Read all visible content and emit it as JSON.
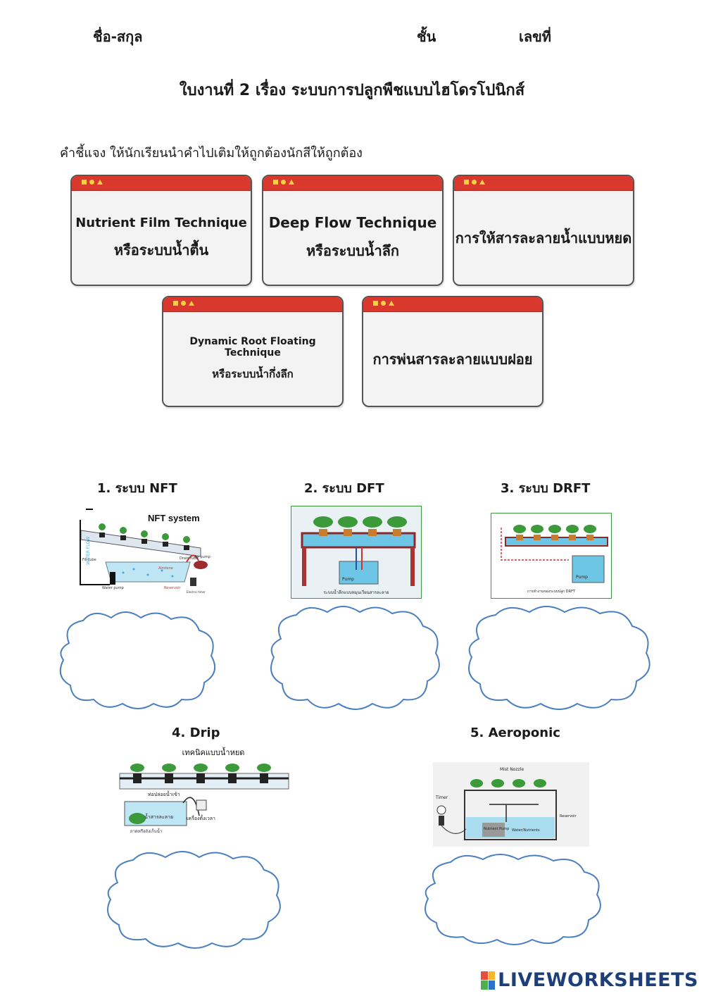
{
  "header": {
    "name_label": "ชื่อ-สกุล",
    "class_label": "ชั้น",
    "number_label": "เลขที่"
  },
  "title": "ใบงานที่ 2 เรื่อง ระบบการปลูกพืชแบบไฮโดรโปนิกส์",
  "instruction": "คำชี้แจง ให้นักเรียนนำคำไปเติมให้ถูกต้องนักสีให้ถูกต้อง",
  "cards": [
    {
      "line1": "Nutrient Film Technique",
      "line2": "หรือระบบน้ำตื้น"
    },
    {
      "line1": "Deep Flow Technique",
      "line2": "หรือระบบน้ำลึก"
    },
    {
      "line1": "การให้สารละลายน้ำแบบหยด"
    },
    {
      "line1": "Dynamic  Root Floating Technique",
      "line2": "หรือระบบน้ำกึ่งลึก"
    },
    {
      "line1": "การพ่นสารละลายแบบฝอย"
    }
  ],
  "systems": [
    {
      "label": "1. ระบบ NFT",
      "figure_title": "NFT system",
      "texts": [
        "WATER FLOW",
        "Fill tube",
        "Drain tube",
        "Airstone",
        "Air pump",
        "Water pump",
        "Reservoir",
        "Electric timer"
      ]
    },
    {
      "label": "2. ระบบ DFT",
      "caption": "ระบบน้ำลึกแบบหมุนเวียนสารละลาย",
      "texts": [
        "Pump"
      ]
    },
    {
      "label": "3. ระบบ DRFT",
      "caption": "การทำงานของระบบปลูก DRFT",
      "texts": [
        "Pump"
      ]
    },
    {
      "label": "4. Drip",
      "figure_title": "เทคนิคแบบน้ำหยด",
      "texts": [
        "ท่อปล่อยน้ำเข้า",
        "น้ำสารละลาย",
        "เครื่องตั้งเวลา",
        "ถาดหรือถังเก็บน้ำ"
      ]
    },
    {
      "label": "5. Aeroponic",
      "texts": [
        "Mist Nozzle",
        "Timer",
        "Reservoir",
        "Nutrient Pump",
        "Water/Nutrients"
      ]
    }
  ],
  "brand": "LIVEWORKSHEETS",
  "colors": {
    "card_bar": "#d9382c",
    "cloud_stroke": "#4a7fc0",
    "water": "#6ec6e6",
    "brand": "#1c3f7a"
  }
}
